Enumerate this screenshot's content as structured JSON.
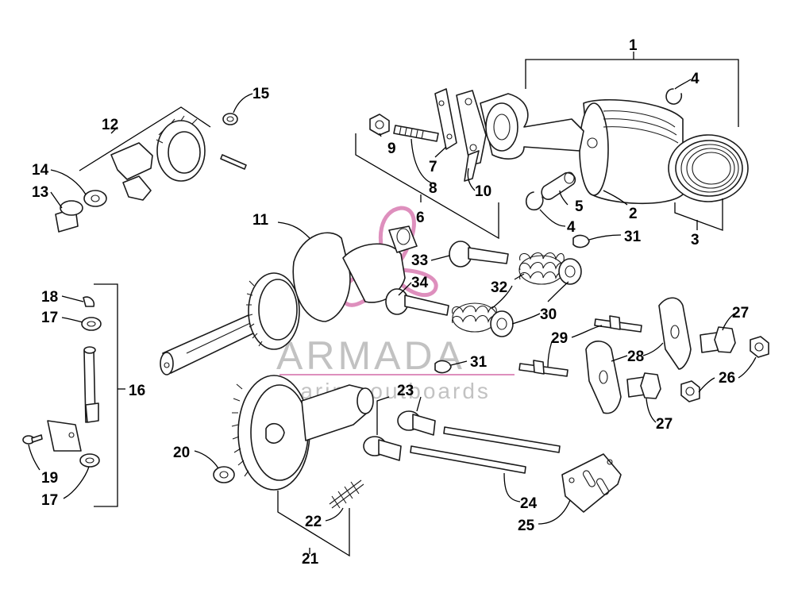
{
  "watermark": {
    "name": "ARMADA",
    "subtitle": "marine outboards",
    "name_color": "#6b6b6b",
    "accent_color": "#d46aa8"
  },
  "callouts": {
    "c1": "1",
    "c2": "2",
    "c3": "3",
    "c4a": "4",
    "c4b": "4",
    "c5": "5",
    "c6": "6",
    "c7": "7",
    "c8": "8",
    "c9": "9",
    "c10": "10",
    "c11": "11",
    "c12": "12",
    "c13": "13",
    "c14": "14",
    "c15": "15",
    "c16": "16",
    "c17a": "17",
    "c17b": "17",
    "c18": "18",
    "c19": "19",
    "c20": "20",
    "c21": "21",
    "c22": "22",
    "c23": "23",
    "c24": "24",
    "c25": "25",
    "c26": "26",
    "c27a": "27",
    "c27b": "27",
    "c28": "28",
    "c29": "29",
    "c30": "30",
    "c31a": "31",
    "c31b": "31",
    "c32": "32",
    "c33": "33",
    "c34": "34"
  }
}
